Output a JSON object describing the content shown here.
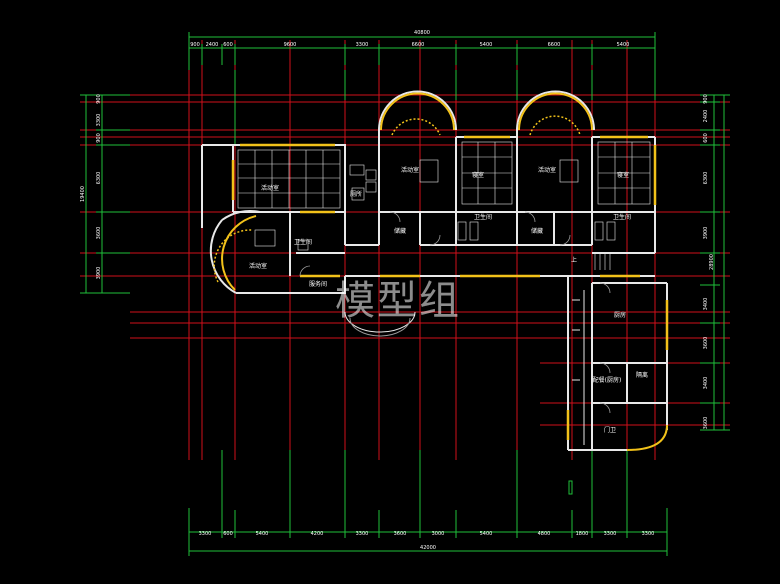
{
  "colors": {
    "background": "#000000",
    "grid_red": "#d0101a",
    "dim_green": "#1fbf3a",
    "wall_white": "#e8e8e8",
    "window_yellow": "#f2c21a",
    "door_gray": "#9a9a9a",
    "text_white": "#ffffff"
  },
  "dimensions": {
    "top_total": "40800",
    "top_segments": [
      "900",
      "2400",
      "600",
      "9600",
      "3300",
      "6600",
      "5400",
      "6600",
      "5400"
    ],
    "bottom_total": "42000",
    "bottom_segments": [
      "3300",
      "600",
      "5400",
      "4200",
      "3300",
      "3600",
      "3000",
      "5400",
      "4800",
      "1800",
      "3300",
      "3300"
    ],
    "left_total": "19400",
    "left_segments": [
      "3300",
      "6300",
      "3600",
      "3900"
    ],
    "left_small": [
      "900",
      "3300",
      "900"
    ],
    "right_total": "28900",
    "right_segments": [
      "900",
      "2400",
      "600",
      "6300",
      "3900",
      "3400",
      "3600",
      "3400",
      "3600"
    ]
  },
  "rooms": {
    "r1": "活动室",
    "r2": "活动室",
    "r3": "寝室",
    "r4": "活动室",
    "r5": "寝室",
    "r6": "活动室",
    "r7": "储藏",
    "r8": "储藏",
    "r9": "卫生间",
    "r10": "卫生间",
    "r11": "卫生间",
    "r12": "厕所",
    "r13": "厨房",
    "r14": "配餐(厨房)",
    "r15": "隔离",
    "r16": "门卫",
    "r17": "服务间",
    "r18": "上"
  },
  "watermark": "模型组"
}
